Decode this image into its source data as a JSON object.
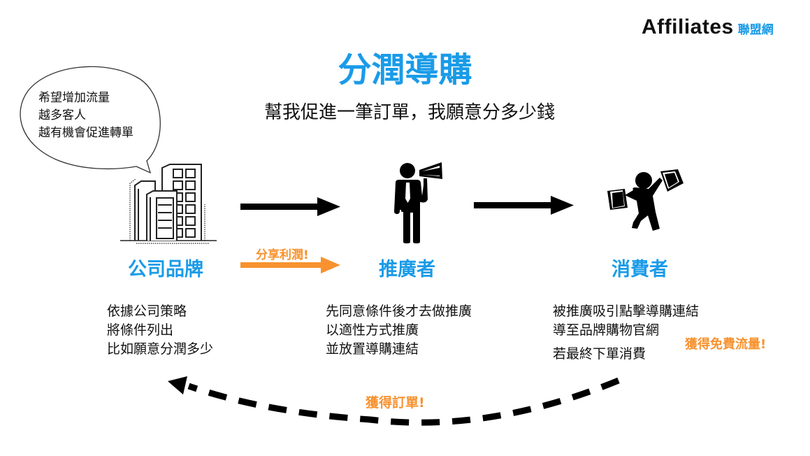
{
  "logo": {
    "brand": "Affiliates",
    "sub": "聯盟網"
  },
  "title": "分潤導購",
  "subtitle": "幫我促進一筆訂單，我願意分多少錢",
  "speech_bubble": {
    "lines": [
      "希望增加流量",
      "越多客人",
      "越有機會促進轉單"
    ]
  },
  "roles": [
    {
      "label": "公司品牌",
      "icon": "building-icon",
      "description": [
        "依據公司策略",
        "將條件列出",
        "比如願意分潤多少"
      ]
    },
    {
      "label": "推廣者",
      "icon": "promoter-megaphone-icon",
      "description": [
        "先同意條件後才去做推廣",
        "以適性方式推廣",
        "並放置導購連結"
      ]
    },
    {
      "label": "消費者",
      "icon": "shopper-icon",
      "description": [
        "被推廣吸引點擊導購連結",
        "導至品牌購物官網",
        "若最終下單消費"
      ]
    }
  ],
  "annotations": {
    "share_profit": "分享利潤!",
    "free_traffic": "獲得免費流量!",
    "get_order": "獲得訂單!"
  },
  "colors": {
    "accent_blue": "#1a9be8",
    "accent_orange": "#f7922f",
    "ink": "#111111"
  }
}
